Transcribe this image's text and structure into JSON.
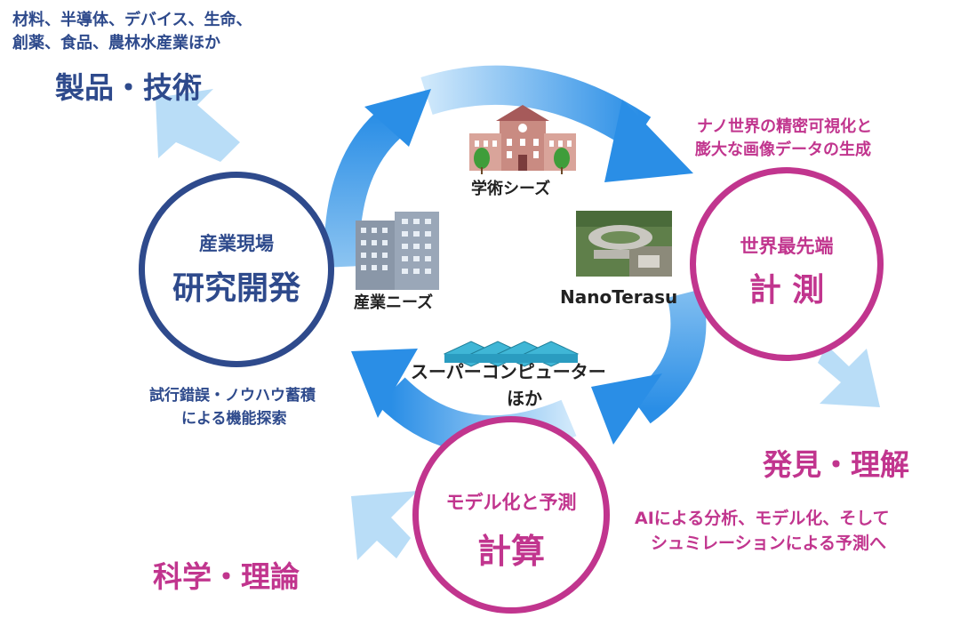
{
  "top_left": {
    "domains_line1": "材料、半導体、デバイス、生命、",
    "domains_line2": "創薬、食品、農林水産業ほか",
    "outcome": "製品・技術"
  },
  "nodes": {
    "rd": {
      "small": "産業現場",
      "big": "研究開発"
    },
    "measure": {
      "small": "世界最先端",
      "big": "計 測"
    },
    "compute": {
      "small": "モデル化と予測",
      "big": "計算"
    }
  },
  "center": {
    "academic": "学術シーズ",
    "industry": "産業ニーズ",
    "nanoterasu": "NanoTerasu",
    "supercomputer": "スーパーコンピューター",
    "etc": "ほか"
  },
  "notes": {
    "measure_line1": "ナノ世界の精密可視化と",
    "measure_line2": "膨大な画像データの生成",
    "rd_line1": "試行錯誤・ノウハウ蓄積",
    "rd_line2": "による機能探索",
    "ai_line1": "AIによる分析、モデル化、そして",
    "ai_line2": "シュミレーションによる予測へ"
  },
  "outcomes": {
    "discovery": "発見・理解",
    "science": "科学・理論"
  },
  "colors": {
    "blue_text": "#2e4a8c",
    "magenta": "#c1358e",
    "arrow_dark": "#2a8ee6",
    "arrow_light": "#b9ddf7"
  },
  "icons": [
    "university-building-icon",
    "office-buildings-icon",
    "synchrotron-photo",
    "supercomputer-icon"
  ]
}
